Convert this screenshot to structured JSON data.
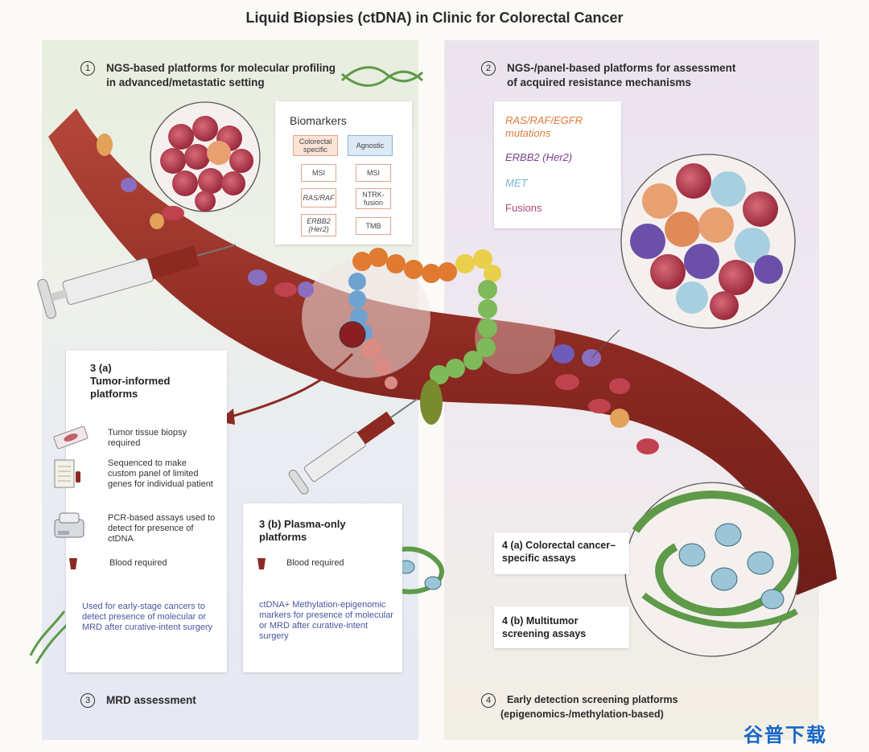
{
  "title": "Liquid Biopsies (ctDNA) in Clinic for Colorectal Cancer",
  "section1": {
    "number": "1",
    "heading_line1": "NGS-based platforms for molecular profiling",
    "heading_line2": "in advanced/metastatic setting",
    "biomarkers": {
      "title": "Biomarkers",
      "colorectal_specific": [
        "Colorectal specific",
        "MSI",
        "RAS/RAF",
        "ERBB2 (Her2)"
      ],
      "agnostic": [
        "Agnostic",
        "MSI",
        "NTRK-fusion",
        "TMB"
      ]
    }
  },
  "section2": {
    "number": "2",
    "heading_line1": "NGS-/panel-based platforms for assessment",
    "heading_line2": "of acquired resistance mechanisms",
    "list": [
      {
        "text": "RAS/RAF/EGFR mutations",
        "color": "#e07a3a"
      },
      {
        "text": "ERBB2 (Her2)",
        "color": "#7a3f8f"
      },
      {
        "text": "MET",
        "color": "#6fb4d8"
      },
      {
        "text": "Fusions",
        "color": "#b04a7a"
      }
    ]
  },
  "section3": {
    "number": "3",
    "footer": "MRD assessment",
    "a": {
      "heading_line1": "3 (a)",
      "heading_line2": "Tumor-informed",
      "heading_line3": "platforms",
      "items": [
        "Tumor tissue biopsy required",
        "Sequenced to make custom panel of limited genes for individual patient",
        "PCR-based assays used to detect for presence of ctDNA",
        "Blood required"
      ],
      "note": "Used for early-stage cancers to detect presence of molecular or MRD after curative-intent surgery"
    },
    "b": {
      "heading_line1": "3 (b) Plasma-only",
      "heading_line2": "platforms",
      "item": "Blood required",
      "note": "ctDNA+ Methylation-epigenomic markers for presence of molecular or MRD after curative-intent surgery"
    }
  },
  "section4": {
    "number": "4",
    "footer_line1": "Early detection screening platforms",
    "footer_line2": "(epigenomics-/methylation-based)",
    "a_line1": "4 (a) Colorectal cancer–",
    "a_line2": "specific assays",
    "b_line1": "4 (b) Multitumor",
    "b_line2": "screening assays"
  },
  "watermark": "谷普下载",
  "colors": {
    "vessel": "#8c2a22",
    "vessel_light": "#b5473a",
    "left_panel": "#e8eedf",
    "right_panel": "#ebe4ef",
    "dna_green": "#5e9a48"
  }
}
